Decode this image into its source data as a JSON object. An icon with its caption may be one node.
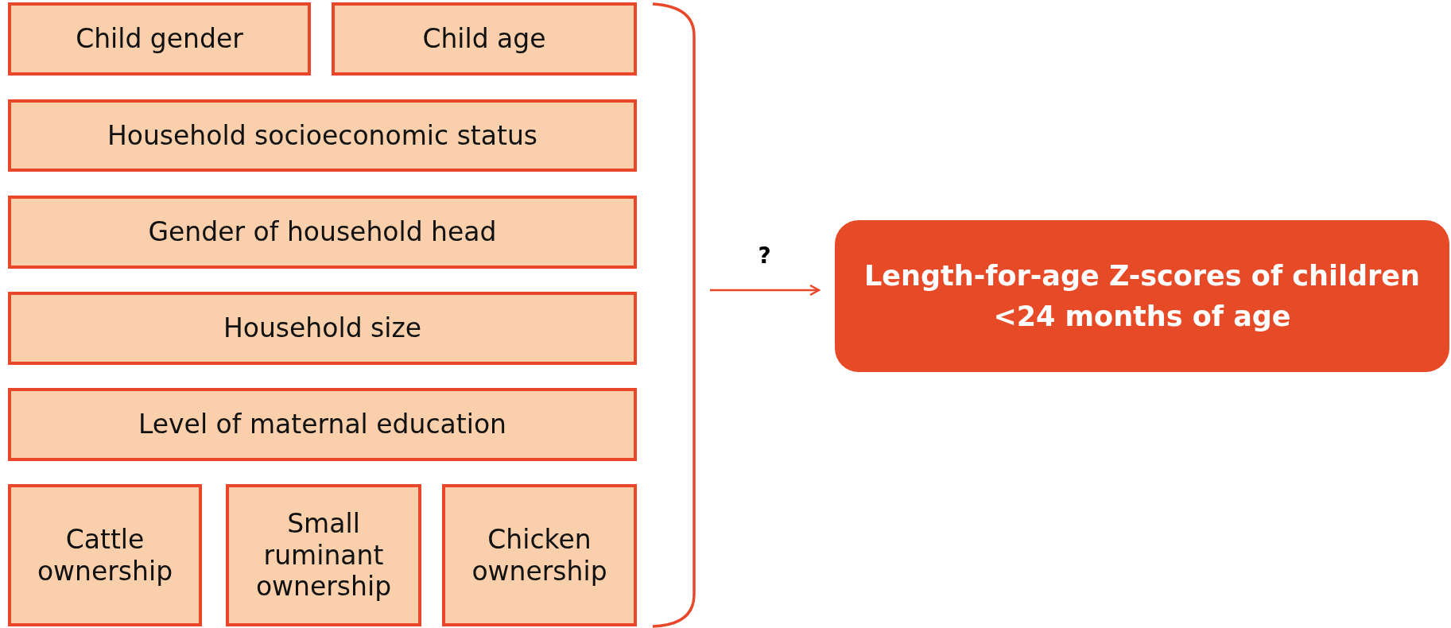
{
  "diagram": {
    "nodes": [
      {
        "text": [
          "Child gender"
        ]
      },
      {
        "text": [
          "Child age"
        ]
      },
      {
        "text": [
          "Household socioeconomic status"
        ]
      },
      {
        "text": [
          "Gender of household head"
        ]
      },
      {
        "text": [
          "Household size"
        ]
      },
      {
        "text": [
          "Level of maternal education"
        ]
      },
      {
        "text": [
          "Cattle ownership"
        ]
      },
      {
        "text": [
          "Small ruminant ownership"
        ]
      },
      {
        "text": [
          "Chicken ownership"
        ]
      },
      {
        "text": [
          "Length-for-age Z-scores of children <24 months of age"
        ]
      }
    ],
    "edges": [
      {
        "from": null,
        "to": 9,
        "arrow": "to",
        "label": "?"
      }
    ]
  }
}
